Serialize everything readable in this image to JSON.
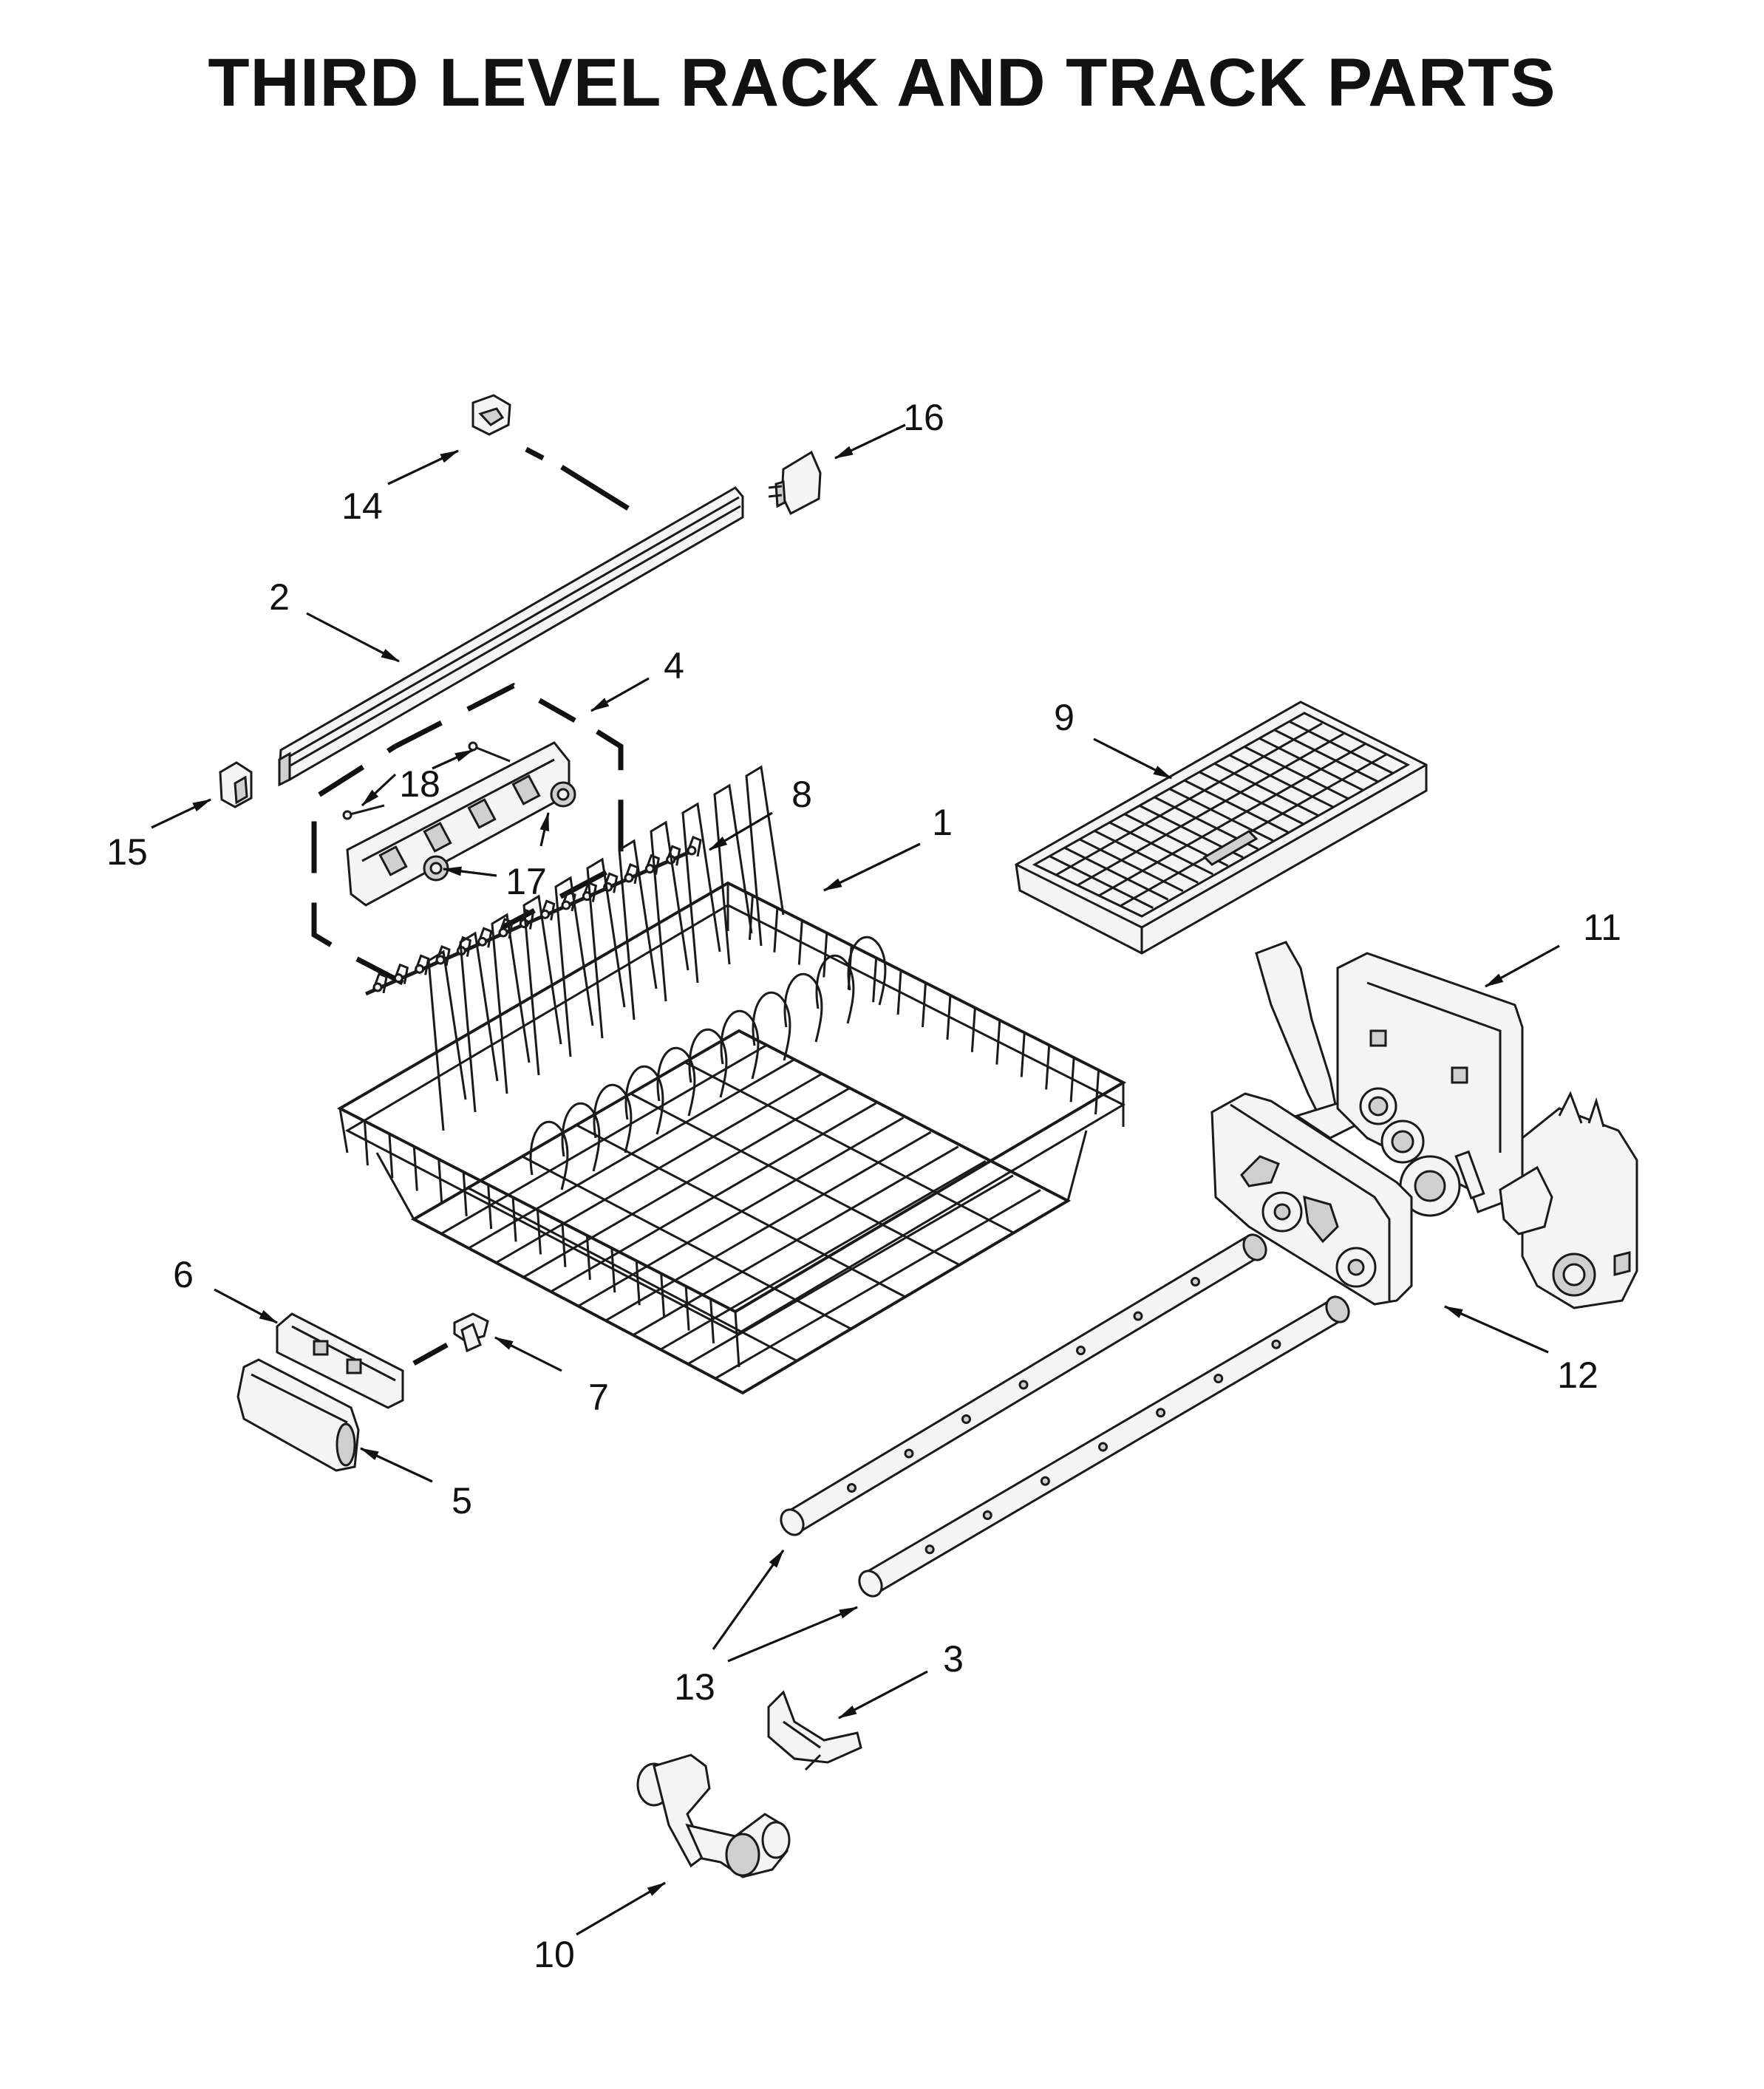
{
  "title": "THIRD LEVEL RACK AND TRACK PARTS",
  "callouts": [
    {
      "id": "c1",
      "label": "1"
    },
    {
      "id": "c2",
      "label": "2"
    },
    {
      "id": "c3",
      "label": "3"
    },
    {
      "id": "c4",
      "label": "4"
    },
    {
      "id": "c5",
      "label": "5"
    },
    {
      "id": "c6",
      "label": "6"
    },
    {
      "id": "c7",
      "label": "7"
    },
    {
      "id": "c8",
      "label": "8"
    },
    {
      "id": "c9",
      "label": "9"
    },
    {
      "id": "c10",
      "label": "10"
    },
    {
      "id": "c11",
      "label": "11"
    },
    {
      "id": "c12",
      "label": "12"
    },
    {
      "id": "c13",
      "label": "13"
    },
    {
      "id": "c14",
      "label": "14"
    },
    {
      "id": "c15",
      "label": "15"
    },
    {
      "id": "c16",
      "label": "16"
    },
    {
      "id": "c17",
      "label": "17"
    },
    {
      "id": "c18",
      "label": "18"
    }
  ]
}
